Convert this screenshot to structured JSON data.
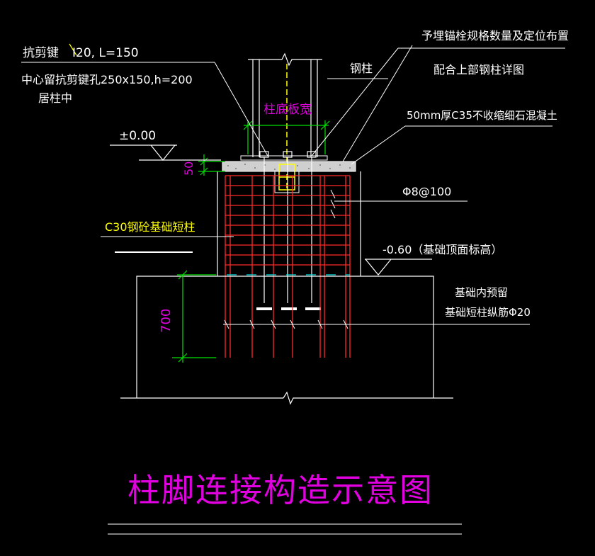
{
  "drawing": {
    "title": "柱脚连接构造示意图",
    "labels": {
      "shear_key": "抗剪键",
      "shear_key_spec": "I20, L=150",
      "shear_key_hole": "中心留抗剪键孔250x150,h=200",
      "shear_key_center": "居柱中",
      "steel_column": "钢柱",
      "anchor_bolt_note_1": "予埋锚栓规格数量及定位布置",
      "anchor_bolt_note_2": "配合上部钢柱详图",
      "base_plate_width": "柱底板宽",
      "grout": "50mm厚C35不收缩细石混凝土",
      "elev_zero": "±0.00",
      "dim_50": "50",
      "stirrup": "Φ8@100",
      "pedestal": "C30钢砼基础短柱",
      "elev_top": "-0.60（基础顶面标高）",
      "rebar_note_1": "基础内预留",
      "rebar_note_2": "基础短柱纵筋Φ20",
      "dim_700": "700"
    },
    "colors": {
      "line": "#ffffff",
      "rebar": "#ff2a2a",
      "dimension": "#00e000",
      "title": "#e000e0",
      "accent": "#ffff00",
      "leader_yellow": "#ffff00"
    }
  }
}
